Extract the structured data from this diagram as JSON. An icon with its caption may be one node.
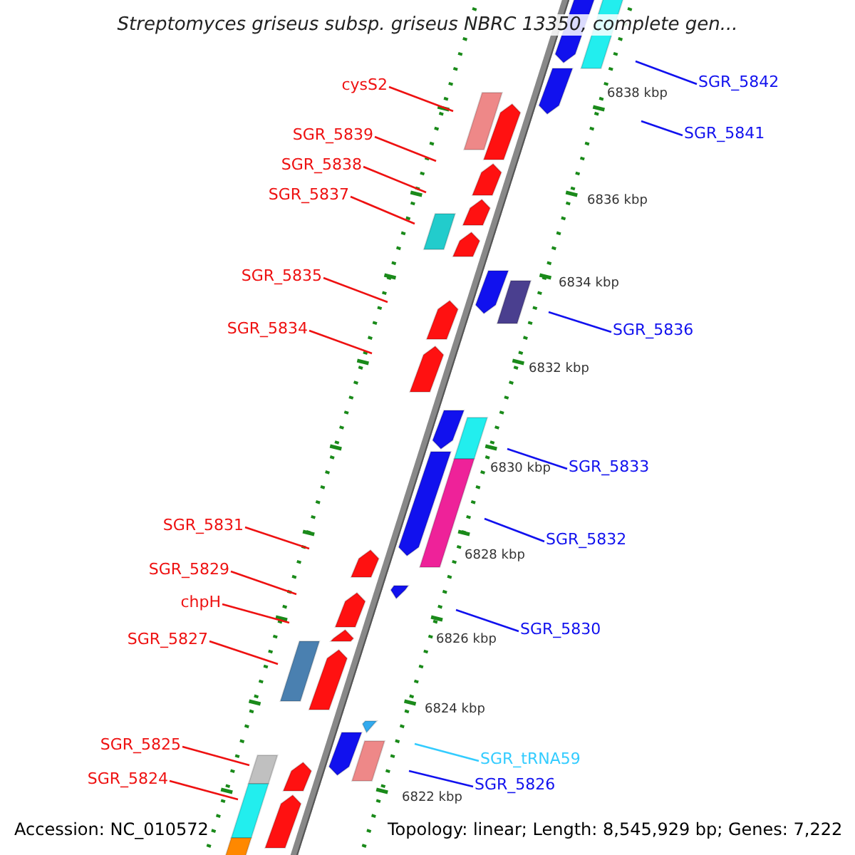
{
  "diagram": {
    "title": "Streptomyces griseus subsp. griseus NBRC 13350, complete gen...",
    "nodes": [
      {
        "text": [
          "SGR_5842"
        ]
      },
      {
        "text": [
          "cysS2"
        ]
      },
      {
        "text": [
          "SGR_5841"
        ]
      },
      {
        "text": [
          "SGR_5839"
        ]
      },
      {
        "text": [
          "SGR_5838"
        ]
      },
      {
        "text": [
          "SGR_5837"
        ]
      },
      {
        "text": [
          "SGR_5835"
        ]
      },
      {
        "text": [
          "SGR_5836"
        ]
      },
      {
        "text": [
          "SGR_5834"
        ]
      },
      {
        "text": [
          "SGR_5833"
        ]
      },
      {
        "text": [
          "SGR_5831"
        ]
      },
      {
        "text": [
          "SGR_5832"
        ]
      },
      {
        "text": [
          "SGR_5829"
        ]
      },
      {
        "text": [
          "chpH"
        ]
      },
      {
        "text": [
          "SGR_5830"
        ]
      },
      {
        "text": [
          "SGR_5827"
        ]
      },
      {
        "text": [
          "SGR_5825"
        ]
      },
      {
        "text": [
          "SGR_tRNA59"
        ]
      },
      {
        "text": [
          "SGR_5824"
        ]
      },
      {
        "text": [
          "SGR_5826"
        ]
      }
    ],
    "edges": [
      {
        "from": 0,
        "to": null,
        "arrow": "none",
        "color": "#1111ee"
      },
      {
        "from": 1,
        "to": null,
        "arrow": "none"
      },
      {
        "from": 2,
        "to": null,
        "arrow": "none",
        "color": "#1111ee"
      },
      {
        "from": 3,
        "to": null,
        "arrow": "none"
      },
      {
        "from": 4,
        "to": null,
        "arrow": "none"
      },
      {
        "from": 5,
        "to": null,
        "arrow": "none"
      },
      {
        "from": 6,
        "to": null,
        "arrow": "none"
      },
      {
        "from": 7,
        "to": null,
        "arrow": "none",
        "color": "#1111ee"
      },
      {
        "from": 8,
        "to": null,
        "arrow": "none"
      },
      {
        "from": 9,
        "to": null,
        "arrow": "none",
        "color": "#1111ee"
      },
      {
        "from": 10,
        "to": null,
        "arrow": "none"
      },
      {
        "from": 11,
        "to": null,
        "arrow": "none",
        "color": "#1111ee"
      },
      {
        "from": 12,
        "to": null,
        "arrow": "none"
      },
      {
        "from": 13,
        "to": null,
        "arrow": "none"
      },
      {
        "from": 14,
        "to": null,
        "arrow": "none",
        "color": "#1111ee"
      },
      {
        "from": 15,
        "to": null,
        "arrow": "none"
      },
      {
        "from": 16,
        "to": null,
        "arrow": "none"
      },
      {
        "from": 17,
        "to": null,
        "arrow": "none",
        "color": "#33ccff"
      },
      {
        "from": 18,
        "to": null,
        "arrow": "none"
      },
      {
        "from": 19,
        "to": null,
        "arrow": "none",
        "color": "#1111ee"
      }
    ],
    "labels": [
      "6838 kbp",
      "6836 kbp",
      "6834 kbp",
      "6832 kbp",
      "6830 kbp",
      "6828 kbp",
      "6826 kbp",
      "6824 kbp",
      "6822 kbp",
      "Accession: NC_010572",
      "Topology: linear; Length: 8,545,929 bp; Genes: 7,222"
    ]
  }
}
